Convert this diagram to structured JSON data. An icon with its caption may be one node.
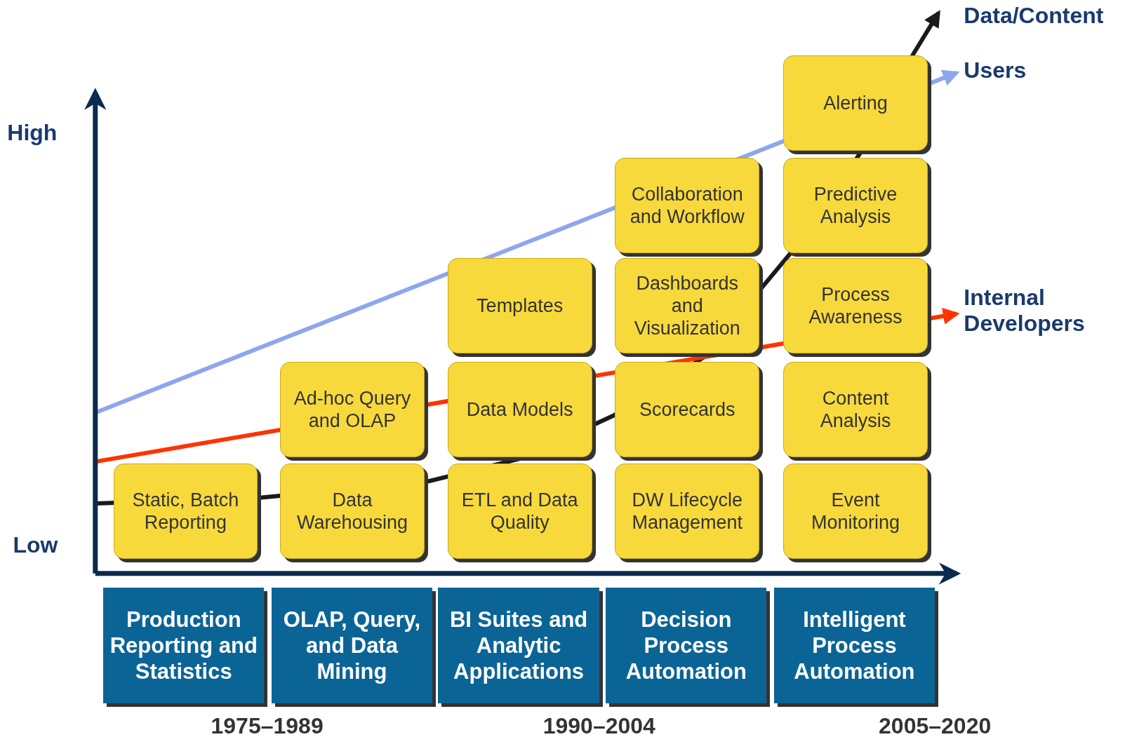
{
  "diagram": {
    "nodes": [
      {
        "text": [
          "Static, Batch Reporting"
        ]
      },
      {
        "text": [
          "Data Warehousing"
        ]
      },
      {
        "text": [
          "Ad-hoc Query and OLAP"
        ]
      },
      {
        "text": [
          "ETL and Data Quality"
        ]
      },
      {
        "text": [
          "Data Models"
        ]
      },
      {
        "text": [
          "Templates"
        ]
      },
      {
        "text": [
          "DW Lifecycle Management"
        ]
      },
      {
        "text": [
          "Scorecards"
        ]
      },
      {
        "text": [
          "Dashboards and Visualization"
        ]
      },
      {
        "text": [
          "Collaboration and Workflow"
        ]
      },
      {
        "text": [
          "Event Monitoring"
        ]
      },
      {
        "text": [
          "Content Analysis"
        ]
      },
      {
        "text": [
          "Process Awareness"
        ]
      },
      {
        "text": [
          "Predictive Analysis"
        ]
      },
      {
        "text": [
          "Alerting"
        ]
      },
      {
        "text": [
          "Production Reporting and Statistics"
        ]
      },
      {
        "text": [
          "OLAP, Query, and Data Mining"
        ]
      },
      {
        "text": [
          "BI Suites and Analytic Applications"
        ]
      },
      {
        "text": [
          "Decision Process Automation"
        ]
      },
      {
        "text": [
          "Intelligent Process Automation"
        ]
      },
      {
        "text": [
          "Data/Content"
        ]
      },
      {
        "text": [
          "Users"
        ]
      },
      {
        "text": [
          "Internal Developers"
        ]
      }
    ],
    "edges": [
      {
        "from": null,
        "to": 20,
        "arrow": "to",
        "color": "#1a1a1a"
      },
      {
        "from": null,
        "to": 21,
        "arrow": "to",
        "color": "#8ea6ee"
      },
      {
        "from": null,
        "to": 22,
        "arrow": "to",
        "color": "#ff3300"
      }
    ],
    "labels": [
      "High",
      "Low",
      "1975–1989",
      "1990–2004",
      "2005–2020"
    ]
  }
}
